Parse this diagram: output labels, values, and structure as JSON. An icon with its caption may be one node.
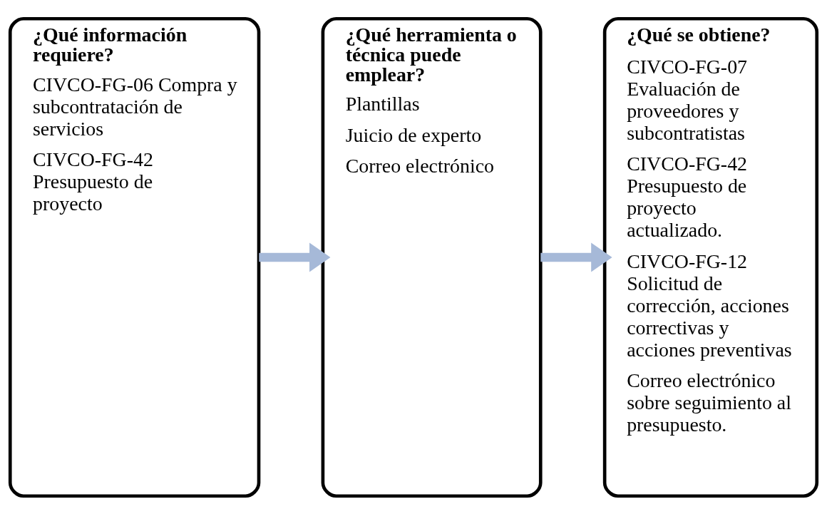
{
  "diagram": {
    "nodes": [
      {
        "text": [
          "¿Qué información requiere?",
          "CIVCO-FG-06 Compra y subcontratación de servicios",
          "CIVCO-FG-42 Presupuesto de proyecto"
        ]
      },
      {
        "text": [
          "¿Qué herramienta o técnica puede emplear?",
          "Plantillas",
          "Juicio de experto",
          "Correo electrónico"
        ]
      },
      {
        "text": [
          "¿Qué se obtiene?",
          "CIVCO-FG-07 Evaluación de proveedores y subcontratistas",
          "CIVCO-FG-42 Presupuesto de proyecto actualizado.",
          "CIVCO-FG-12 Solicitud de corrección, acciones correctivas y acciones preventivas",
          "Correo electrónico sobre seguimiento al presupuesto."
        ]
      }
    ],
    "edges": [
      {
        "from": 0,
        "to": 1,
        "arrow": "to",
        "color": "#a6b9d8"
      },
      {
        "from": 1,
        "to": 2,
        "arrow": "to",
        "color": "#a6b9d8"
      }
    ]
  }
}
